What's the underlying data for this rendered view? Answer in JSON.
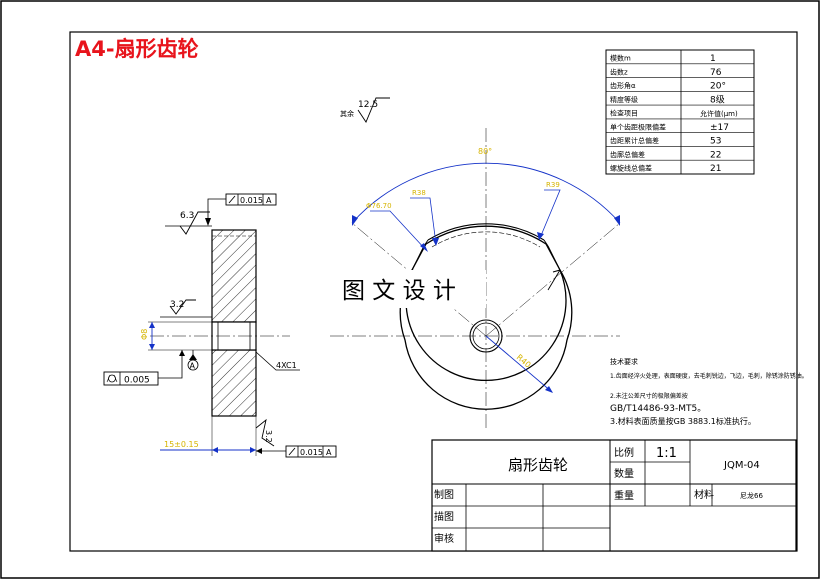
{
  "sheet_title": "A4-扇形齿轮",
  "watermark": "图 文 设 计",
  "params_table": [
    {
      "label": "模数m",
      "value": "1"
    },
    {
      "label": "齿数z",
      "value": "76"
    },
    {
      "label": "齿形角α",
      "value": "20°"
    },
    {
      "label": "精度等级",
      "value": "8级"
    },
    {
      "label": "检查项目",
      "value": "允许值(μm)"
    },
    {
      "label": "单个齿距极限偏差",
      "value": "±17"
    },
    {
      "label": "齿距累计总偏差",
      "value": "53"
    },
    {
      "label": "齿廓总偏差",
      "value": "22"
    },
    {
      "label": "螺旋线总偏差",
      "value": "21"
    }
  ],
  "roughness": {
    "rest": "12.5",
    "rest_prefix": "其余",
    "top_face": "6.3",
    "bore": "3.2",
    "bottom_face": "3.2"
  },
  "tolerances": {
    "runout_top": "0.015",
    "runout_top_datum": "A",
    "runout_bottom": "0.015",
    "runout_bottom_datum": "A",
    "cylindricity": "0.005",
    "datum_label": "A",
    "chamfer": "4XC1"
  },
  "dims": {
    "bore_dia": "Φ8",
    "width": "15±0.15",
    "sector_angle": "80°",
    "radius": "R40",
    "arc_pitch_a": "Φ76.70",
    "arc_pitch_b": "R38",
    "arc_root": "R39"
  },
  "tech_requirements": {
    "heading": "技术要求",
    "items": [
      "1.齿面经淬火处理，表面硬度，去毛刺锐边，飞边，毛刺，除锈涂防锈油。",
      "2.未注公差尺寸的极限偏差按",
      "GB/T14486-93-MT5。",
      "3.材料表面质量按GB 3883.1标准执行。"
    ]
  },
  "title_block": {
    "part_name": "扇形齿轮",
    "scale_label": "比例",
    "scale_value": "1:1",
    "drawing_no": "JQM-04",
    "quantity_label": "数量",
    "weight_label": "重量",
    "material_label": "材料",
    "material_value": "尼龙66",
    "drawn_label": "制图",
    "drafted_label": "描图",
    "checked_label": "审核"
  }
}
